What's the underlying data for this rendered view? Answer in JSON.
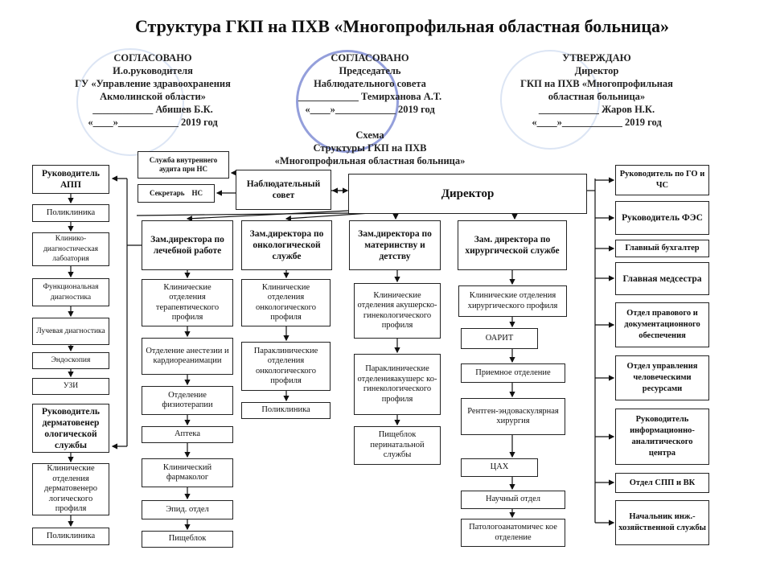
{
  "title": "Структура ГКП на ПХВ «Многопрофильная  областная больница»",
  "approvals": [
    {
      "head": "СОГЛАСОВАНО",
      "lines": [
        "И.о.руководителя",
        "ГУ «Управление здравоохранения",
        "Акмолинской области»",
        "____________ Абишев Б.К.",
        "«____»____________ 2019 год"
      ]
    },
    {
      "head": "СОГЛАСОВАНО",
      "lines": [
        "Председатель",
        "Наблюдательного совета",
        "____________ Темирханова А.Т.",
        "«____»____________ 2019 год"
      ]
    },
    {
      "head": "УТВЕРЖДАЮ",
      "lines": [
        "Директор",
        "ГКП на ПХВ «Многопрофильная",
        "областная больница»",
        "____________ Жаров Н.К.",
        "«____»____________ 2019 год"
      ]
    }
  ],
  "scheme": {
    "label": "Схема",
    "line1": "Структуры ГКП на ПХВ",
    "line2": "«Многопрофильная областная больница»"
  },
  "top": {
    "audit": "Служба внутреннего аудита при НС",
    "secretary": "Секретарь    НС",
    "council": "Наблюдательный совет",
    "director": "Директор"
  },
  "left": [
    "Руководитель АПП",
    "Поликлиника",
    "Клинико-диагностическая лабоатория",
    "Функциональная диагностика",
    "Лучевая диагностика",
    "Эндоскопия",
    "УЗИ",
    "Руководитель дерматовенер ологической службы",
    "Клинические отделения дерматовенеро логического профиля",
    "Поликлиника"
  ],
  "deputies": [
    "Зам.директора по лечебной работе",
    "Зам.директора по онкологической службе",
    "Зам.директора по материнству и детству",
    "Зам. директора по хирургической службе"
  ],
  "col1": [
    "Клинические отделения терапевтического профиля",
    "Отделение анестезии и кардиореанимации",
    "Отделение физиотерапии",
    "Аптека",
    "Клинический фармаколог",
    "Эпид. отдел",
    "Пищеблок"
  ],
  "col2": [
    "Клинические отделения онкологического профиля",
    "Параклинические отделения онкологического профиля",
    "Поликлиника"
  ],
  "col3": [
    "Клинические отделения акушерско-гинекологического профиля",
    "Параклинические отделенияакушерс ко-гинекологического профиля",
    "Пищеблок перинатальной службы"
  ],
  "col4": [
    "Клинические отделения хирургического профиля",
    "ОАРИТ",
    "Приемное отделение",
    "Рентген-эндоваскулярная хирургия",
    "ЦАХ",
    "Научный отдел",
    "Патологоанатомичес кое отделение"
  ],
  "right": [
    "Руководитель по ГО и ЧС",
    "Руководитель ФЭС",
    "Главный бухгалтер",
    "Главная медсестра",
    "Отдел правового и документационного обеспечения",
    "Отдел управления человеческими ресурсами",
    "Руководитель информационно-аналитического центра",
    "Отдел СПП и ВК",
    "Начальник инж.-хозяйственной службы"
  ]
}
